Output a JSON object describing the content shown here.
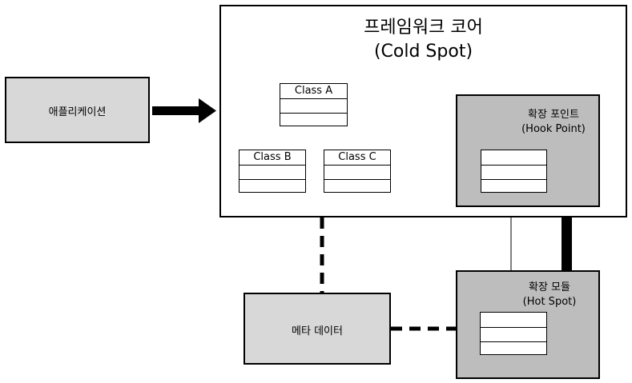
{
  "application": {
    "label": "애플리케이션"
  },
  "framework_core": {
    "title": "프레임워크 코어",
    "subtitle": "(Cold Spot)"
  },
  "classes": {
    "a": "Class A",
    "b": "Class B",
    "c": "Class C"
  },
  "hook_point": {
    "title": "확장 포인트",
    "subtitle": "(Hook Point)"
  },
  "extension_module": {
    "title": "확장 모듈",
    "subtitle": "(Hot Spot)"
  },
  "metadata": {
    "label": "메타 데이터"
  }
}
